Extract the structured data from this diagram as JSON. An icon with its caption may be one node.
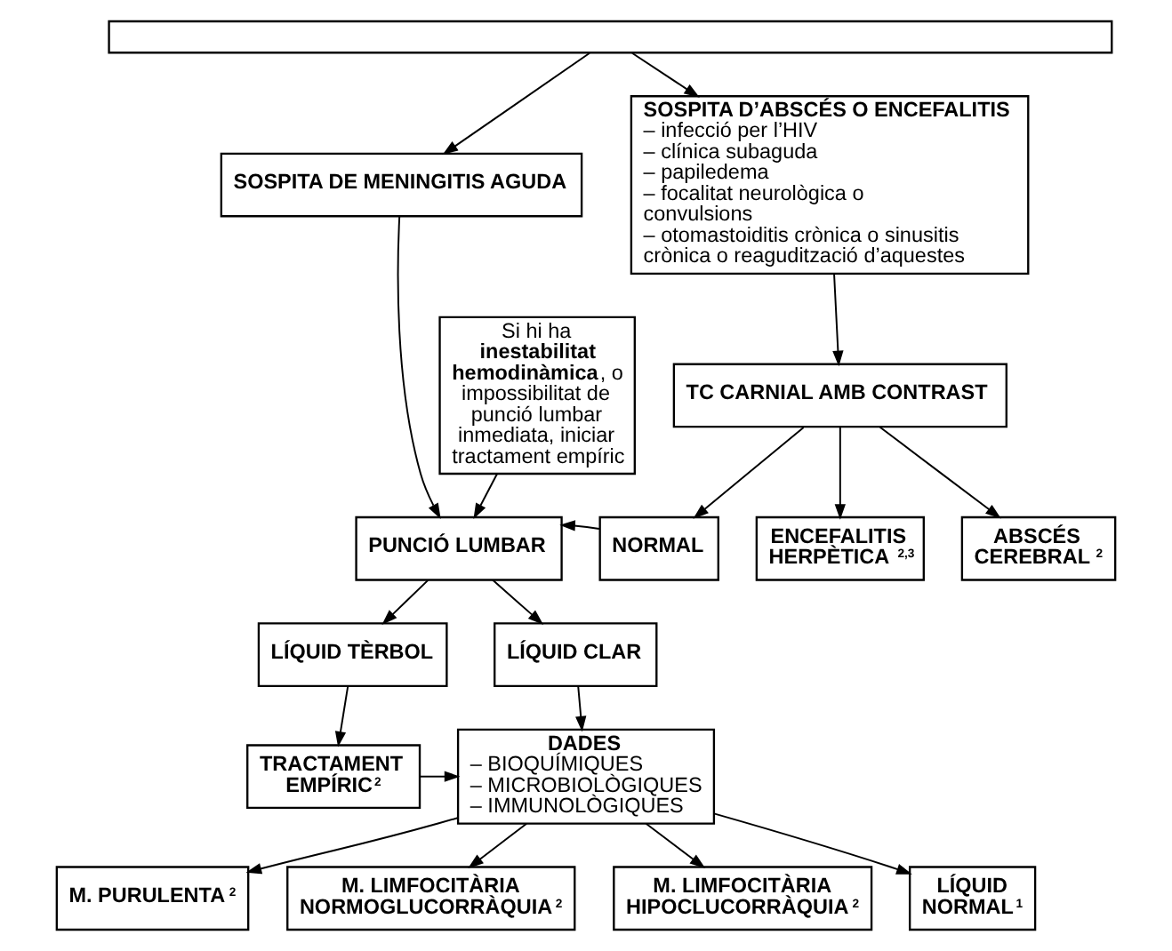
{
  "diagram": {
    "nodes": [
      {
        "text": [],
        "shape": "box"
      },
      {
        "text": [
          "SOSPITA DE MENINGITIS AGUDA"
        ]
      },
      {
        "text": [
          "SOSPITA D’ABSCÉS O ENCEFALITIS",
          "– infecció per l’HIV",
          "– clínica subaguda",
          "– papiledema",
          "– focalitat neurològica o convulsions",
          "– otomastoiditis crònica o sinusitis crònica o reagudització d’aquestes"
        ]
      },
      {
        "text": [
          "Si hi ha **inestabilitat hemodinàmica**, o impossibilitat de punció lumbar inmediata, iniciar tractament empíric"
        ]
      },
      {
        "text": [
          "TC CARNIAL AMB CONTRAST"
        ]
      },
      {
        "text": [
          "PUNCIÓ LUMBAR"
        ]
      },
      {
        "text": [
          "NORMAL"
        ]
      },
      {
        "text": [
          "ENCEFALITIS HERPÈTICA $^{2,3}$"
        ]
      },
      {
        "text": [
          "ABSCÉS CEREBRAL$^{2}$"
        ]
      },
      {
        "text": [
          "LÍQUID TÈRBOL"
        ]
      },
      {
        "text": [
          "LÍQUID CLAR"
        ]
      },
      {
        "text": [
          "TRACTAMENT EMPÍRIC$^{2}$"
        ]
      },
      {
        "text": [
          "DADES",
          "– BIOQUÍMIQUES",
          "– MICROBIOLÒGIQUES",
          "– IMMUNOLÒGIQUES"
        ]
      },
      {
        "text": [
          "M. PURULENTA$^{2}$"
        ]
      },
      {
        "text": [
          "M. LIMFOCITÀRIA NORMOGLUCORRÀQUIA$^{2}$"
        ]
      },
      {
        "text": [
          "M. LIMFOCITÀRIA HIPOCLUCORRÀQUIA$^{2}$"
        ]
      },
      {
        "text": [
          "LÍQUID NORMAL$^{1}$"
        ]
      }
    ],
    "edges": [
      {
        "from": 0,
        "to": 1,
        "arrow": "to"
      },
      {
        "from": 0,
        "to": 2,
        "arrow": "to"
      },
      {
        "from": 1,
        "to": 5,
        "arrow": "to"
      },
      {
        "from": 3,
        "to": 5,
        "arrow": "to"
      },
      {
        "from": 2,
        "to": 4,
        "arrow": "to"
      },
      {
        "from": 4,
        "to": 6,
        "arrow": "to"
      },
      {
        "from": 4,
        "to": 7,
        "arrow": "to"
      },
      {
        "from": 4,
        "to": 8,
        "arrow": "to"
      },
      {
        "from": 6,
        "to": 5,
        "arrow": "to"
      },
      {
        "from": 5,
        "to": 9,
        "arrow": "to"
      },
      {
        "from": 5,
        "to": 10,
        "arrow": "to"
      },
      {
        "from": 9,
        "to": 11,
        "arrow": "to"
      },
      {
        "from": 10,
        "to": 12,
        "arrow": "to"
      },
      {
        "from": 11,
        "to": 12,
        "arrow": "to"
      },
      {
        "from": 12,
        "to": 13,
        "arrow": "to"
      },
      {
        "from": 12,
        "to": 14,
        "arrow": "to"
      },
      {
        "from": 12,
        "to": 15,
        "arrow": "to"
      },
      {
        "from": 12,
        "to": 16,
        "arrow": "to"
      }
    ]
  }
}
